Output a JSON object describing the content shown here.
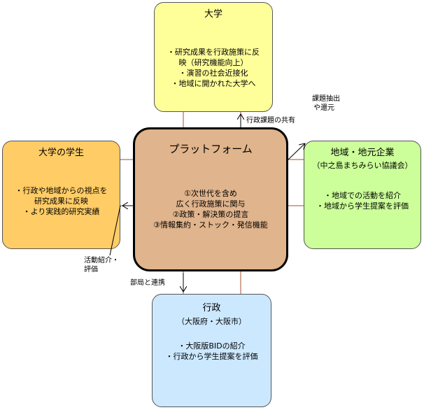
{
  "university": {
    "title": "大学",
    "lines": [
      "・研究成果を行政施策に反",
      "映（研究機能向上）",
      "・演習の社会近接化",
      "・地域に開かれた大学へ"
    ]
  },
  "students": {
    "title": "大学の学生",
    "lines": [
      "・行政や地域からの視点を",
      "研究成果に反映",
      "・より実践的研究実績"
    ]
  },
  "platform": {
    "title": "プラットフォーム",
    "lines": [
      "①次世代を含め",
      "広く行政施策に関与",
      "②政策・解決策の提言",
      "③情報集約・ストック・発信機能"
    ]
  },
  "community": {
    "title": "地域・地元企業",
    "subtitle": "（中之島まちみらい協議会）",
    "lines": [
      "・地域での活動を紹介",
      "・地域から学生提案を評価"
    ]
  },
  "government": {
    "title": "行政",
    "subtitle": "（大阪府・大阪市）",
    "lines": [
      "・大阪版BIDの紹介",
      "・行政から学生提案を評価"
    ]
  },
  "labels": {
    "share_issues": "行政課題の共有",
    "extract_return_1": "課題抽出",
    "extract_return_2": "や還元",
    "intro_eval_1": "活動紹介・",
    "intro_eval_2": "評価",
    "dept_coop": "部局と連携"
  },
  "colors": {
    "university": "#ffff99",
    "students": "#ffcc66",
    "platform": "#e0b48c",
    "community": "#ccff99",
    "government": "#cce8ff",
    "line": "#a0522d"
  }
}
